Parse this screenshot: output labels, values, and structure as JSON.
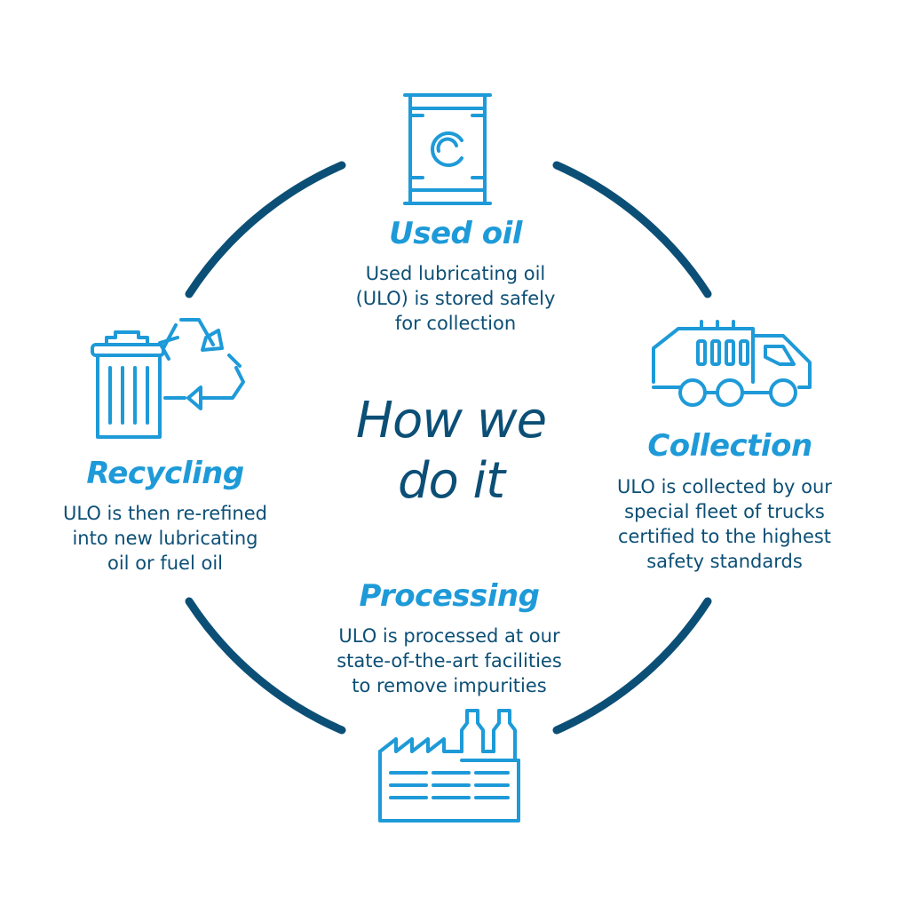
{
  "colors": {
    "ring": "#0c4f76",
    "accent": "#1e9ad8",
    "text": "#0c4f76"
  },
  "center": {
    "line1": "How we",
    "line2": "do it"
  },
  "stages": {
    "used_oil": {
      "icon": "oil-barrel-icon",
      "title": "Used oil",
      "lines": [
        "Used lubricating oil",
        "(ULO) is stored safely",
        "for collection"
      ]
    },
    "collection": {
      "icon": "truck-icon",
      "title": "Collection",
      "lines": [
        "ULO is collected by our",
        "special fleet of trucks",
        "certified to the highest",
        "safety standards"
      ]
    },
    "processing": {
      "icon": "factory-icon",
      "title": "Processing",
      "lines": [
        "ULO is processed at our",
        "state-of-the-art facilities",
        "to remove impurities"
      ]
    },
    "recycling": {
      "icon": "recycling-bin-icon",
      "title": "Recycling",
      "lines": [
        "ULO is then re-refined",
        "into new lubricating",
        "oil or fuel oil"
      ]
    }
  }
}
